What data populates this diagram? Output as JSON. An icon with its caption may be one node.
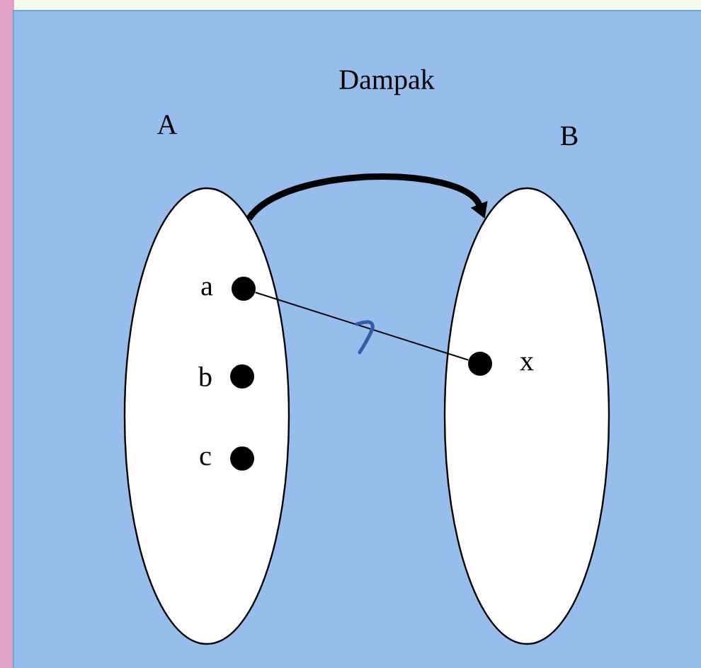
{
  "diagram": {
    "nodes": [
      {
        "text": [
          "A"
        ]
      },
      {
        "text": [],
        "shape": "circle",
        "in": 0,
        "beside": [
          "a"
        ]
      },
      {
        "text": [],
        "shape": "circle",
        "in": 0,
        "beside": [
          "b"
        ]
      },
      {
        "text": [],
        "shape": "circle",
        "in": 0,
        "beside": [
          "c"
        ]
      },
      {
        "text": [
          "B"
        ]
      },
      {
        "text": [],
        "shape": "circle",
        "in": 4,
        "beside": [
          "x"
        ]
      }
    ],
    "edges": [
      {
        "from": 0,
        "to": 4,
        "arrow": "to",
        "label": "Dampak",
        "style": "thick"
      },
      {
        "from": 1,
        "to": 5,
        "arrow": "none"
      }
    ]
  }
}
